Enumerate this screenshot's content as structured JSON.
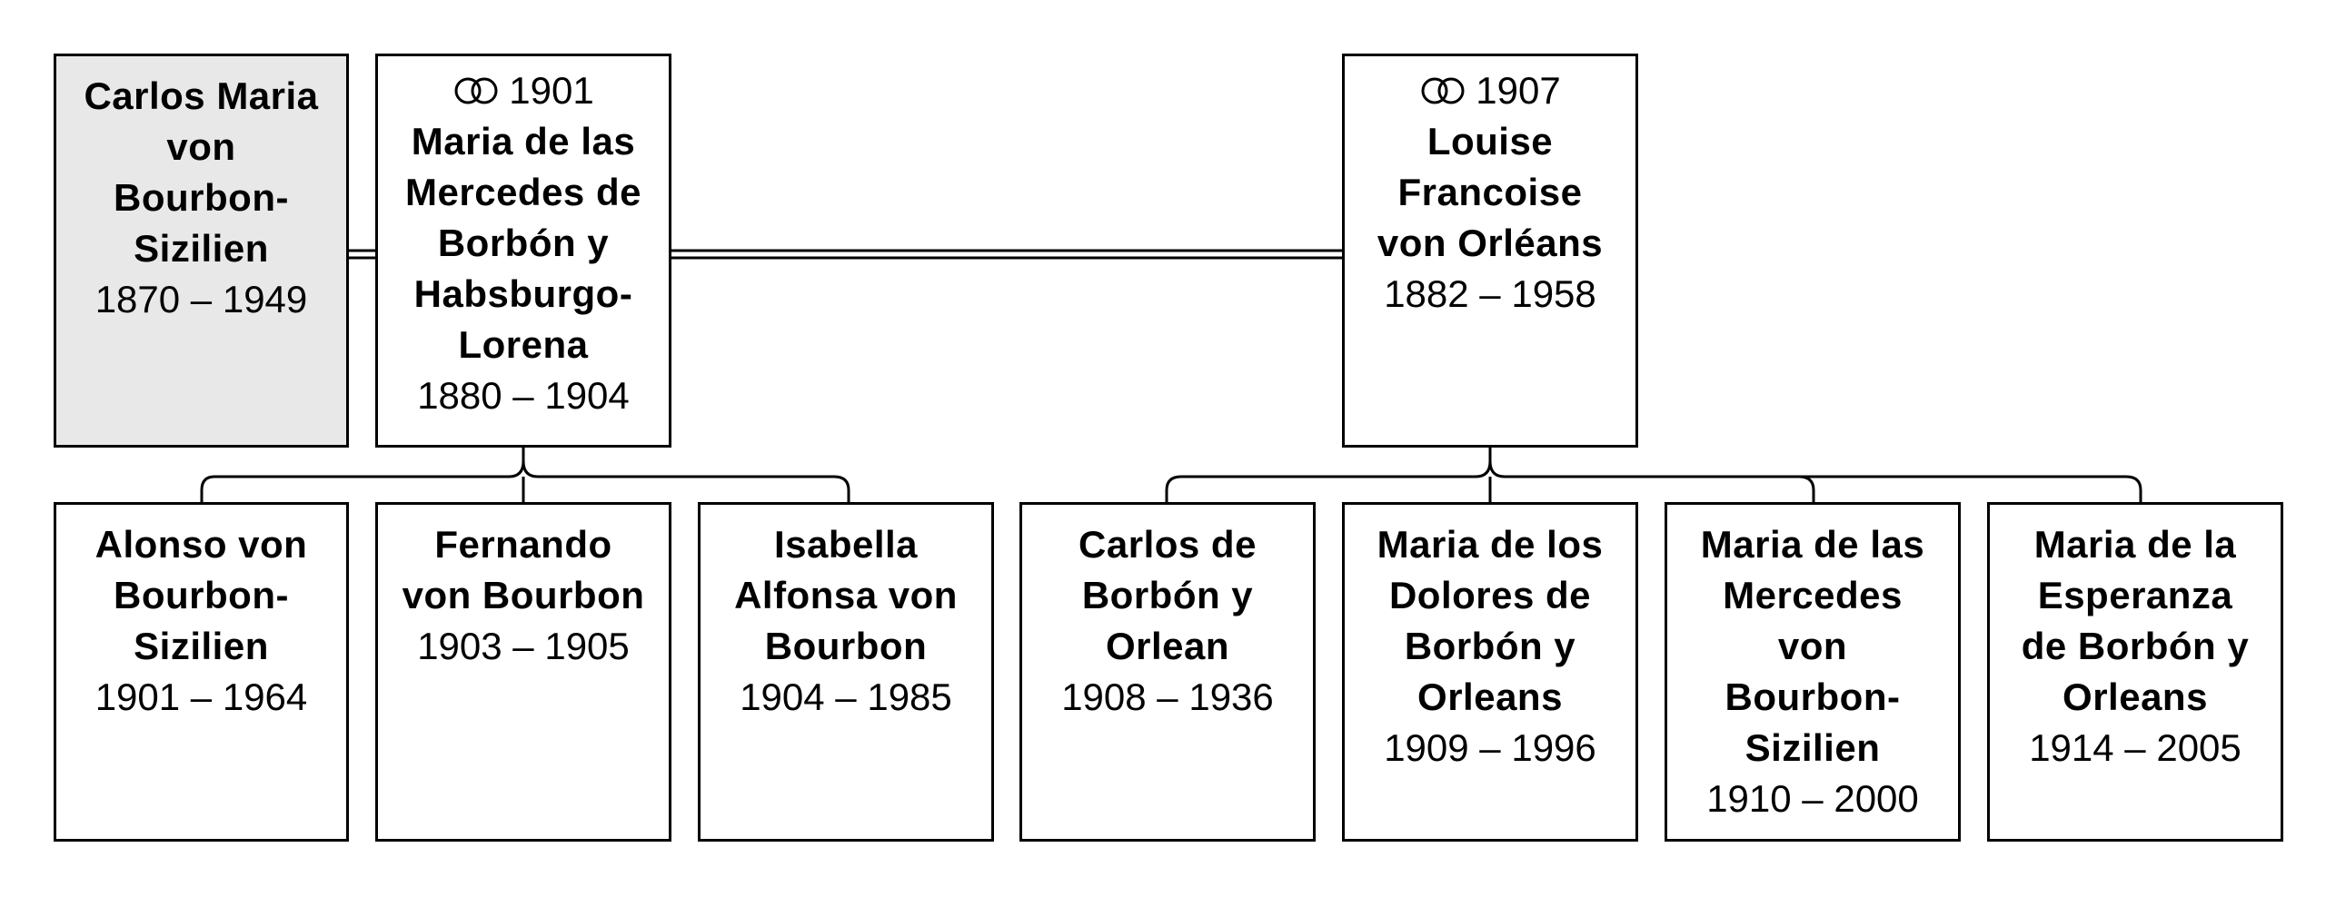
{
  "root": {
    "name_lines": [
      "Carlos Maria",
      "von",
      "Bourbon-",
      "Sizilien"
    ],
    "dates": "1870 – 1949"
  },
  "spouses": [
    {
      "marriage_year": "1901",
      "name_lines": [
        "Maria de las",
        "Mercedes de",
        "Borbón y",
        "Habsburgo-",
        "Lorena"
      ],
      "dates": "1880 – 1904"
    },
    {
      "marriage_year": "1907",
      "name_lines": [
        "Louise",
        "Francoise",
        "von Orléans"
      ],
      "dates": "1882 – 1958"
    }
  ],
  "children": [
    {
      "name_lines": [
        "Alonso von",
        "Bourbon-",
        "Sizilien"
      ],
      "dates": "1901 – 1964"
    },
    {
      "name_lines": [
        "Fernando",
        "von Bourbon"
      ],
      "dates": "1903 – 1905"
    },
    {
      "name_lines": [
        "Isabella",
        "Alfonsa von",
        "Bourbon"
      ],
      "dates": "1904 – 1985"
    },
    {
      "name_lines": [
        "Carlos de",
        "Borbón y",
        "Orlean"
      ],
      "dates": "1908 – 1936"
    },
    {
      "name_lines": [
        "Maria de los",
        "Dolores de",
        "Borbón y",
        "Orleans"
      ],
      "dates": "1909 – 1996"
    },
    {
      "name_lines": [
        "Maria de las",
        "Mercedes",
        "von",
        "Bourbon-",
        "Sizilien"
      ],
      "dates": "1910 – 2000"
    },
    {
      "name_lines": [
        "Maria de la",
        "Esperanza",
        "de Borbón y",
        "Orleans"
      ],
      "dates": "1914 – 2005"
    }
  ]
}
